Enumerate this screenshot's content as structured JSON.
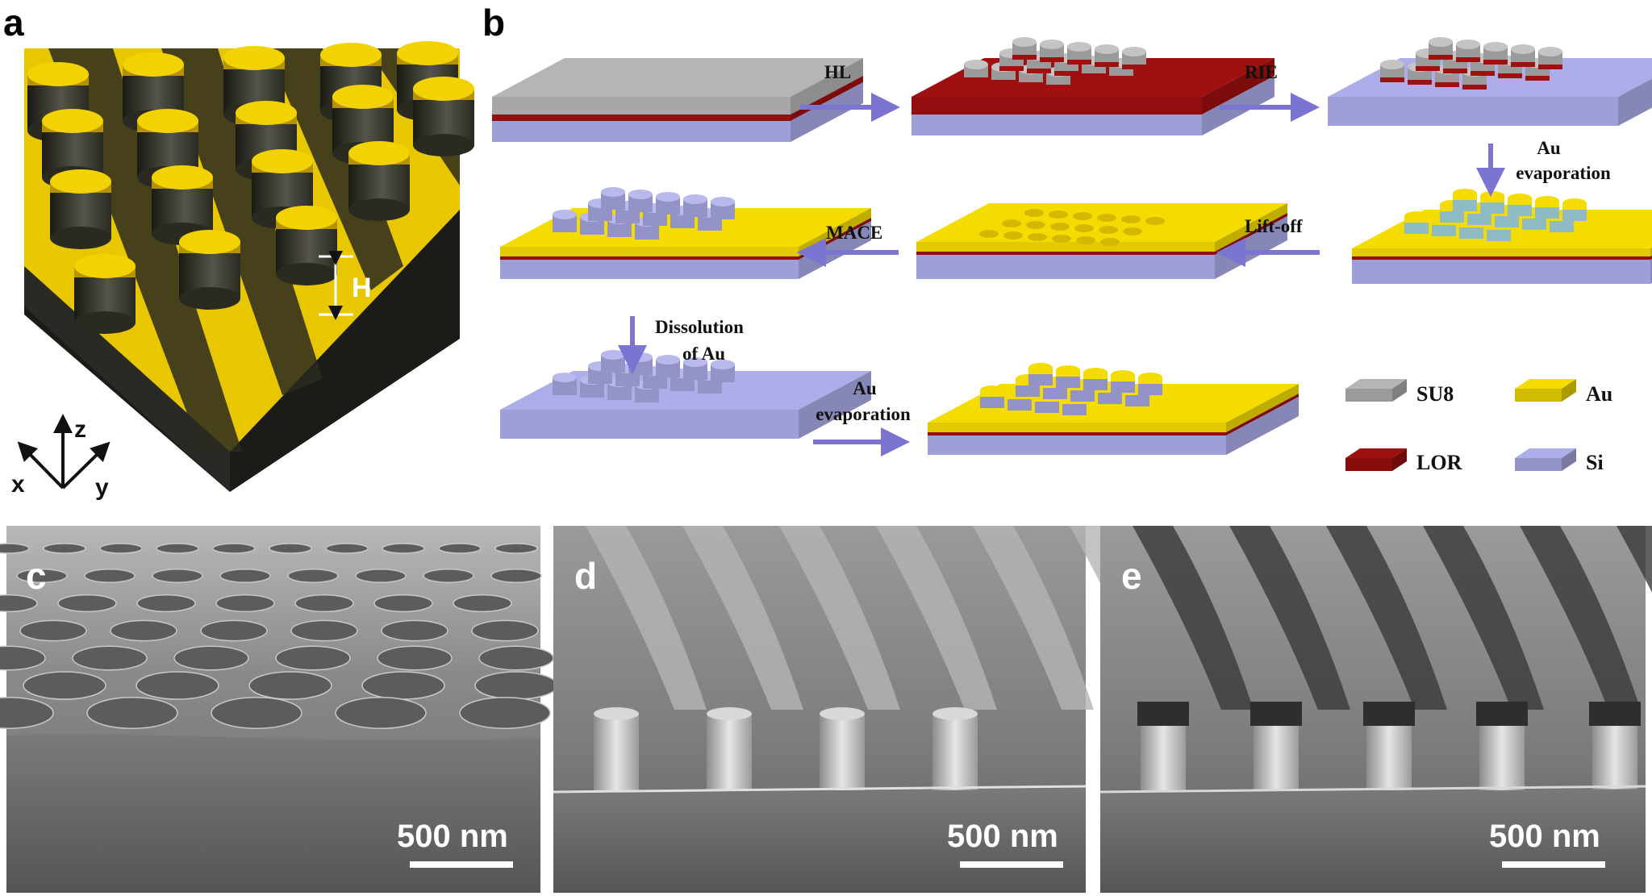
{
  "panels": {
    "a": {
      "letter": "a",
      "height_label": "H",
      "axes": {
        "x": "x",
        "y": "y",
        "z": "z"
      }
    },
    "b": {
      "letter": "b",
      "steps": {
        "hl": "HL",
        "rie": "RIE",
        "au_evap_1_line1": "Au",
        "au_evap_1_line2": "evaporation",
        "lift_off": "Lift-off",
        "mace": "MACE",
        "dissolution_line1": "Dissolution",
        "dissolution_line2": "of Au",
        "au_evap_2_line1": "Au",
        "au_evap_2_line2": "evaporation"
      },
      "legend": [
        {
          "label": "SU8",
          "color": "#b5b5b5"
        },
        {
          "label": "Au",
          "color": "#f5dc00"
        },
        {
          "label": "LOR",
          "color": "#a01010"
        },
        {
          "label": "Si",
          "color": "#adadea"
        }
      ]
    },
    "c": {
      "letter": "c",
      "scale_bar": "500 nm"
    },
    "d": {
      "letter": "d",
      "scale_bar": "500 nm"
    },
    "e": {
      "letter": "e",
      "scale_bar": "500 nm"
    }
  },
  "colors": {
    "gold": "#f5dc00",
    "silicon": "#adadea",
    "su8": "#b5b5b5",
    "lor": "#a01010",
    "arrow": "#7b74d0"
  }
}
